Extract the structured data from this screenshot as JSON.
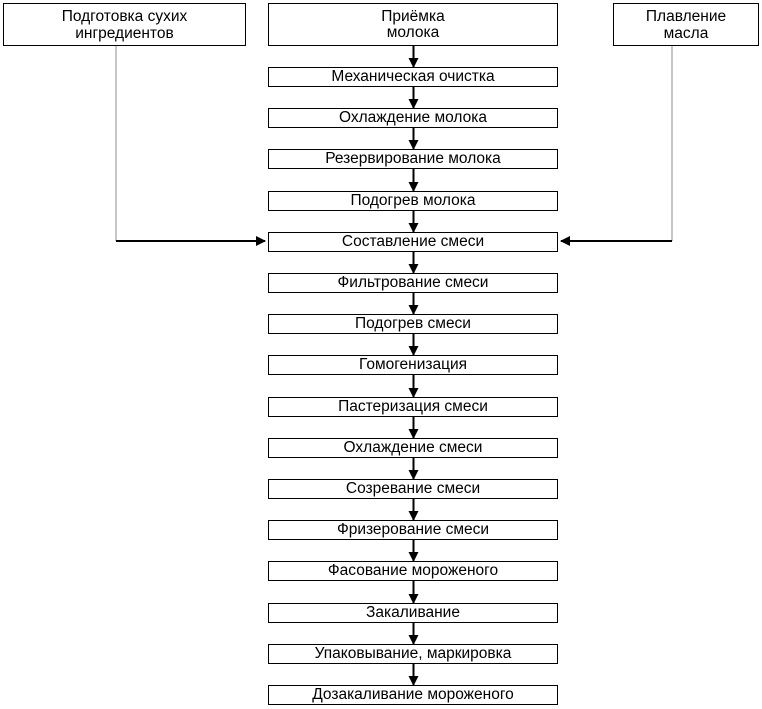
{
  "diagram": {
    "top_left_box": {
      "line1": "Подготовка сухих",
      "line2": "ингредиентов"
    },
    "top_center_box": {
      "line1": "Приёмка",
      "line2": "молока"
    },
    "top_right_box": {
      "line1": "Плавление",
      "line2": "масла"
    },
    "steps": [
      "Механическая очистка",
      "Охлаждение молока",
      "Резервирование молока",
      "Подогрев молока",
      "Составление смеси",
      "Фильтрование смеси",
      "Подогрев смеси",
      "Гомогенизация",
      "Пастеризация смеси",
      "Охлаждение смеси",
      "Созревание смеси",
      "Фризерование смеси",
      "Фасование мороженого",
      "Закаливание",
      "Упаковывание, маркировка",
      "Дозакаливание мороженого"
    ]
  }
}
